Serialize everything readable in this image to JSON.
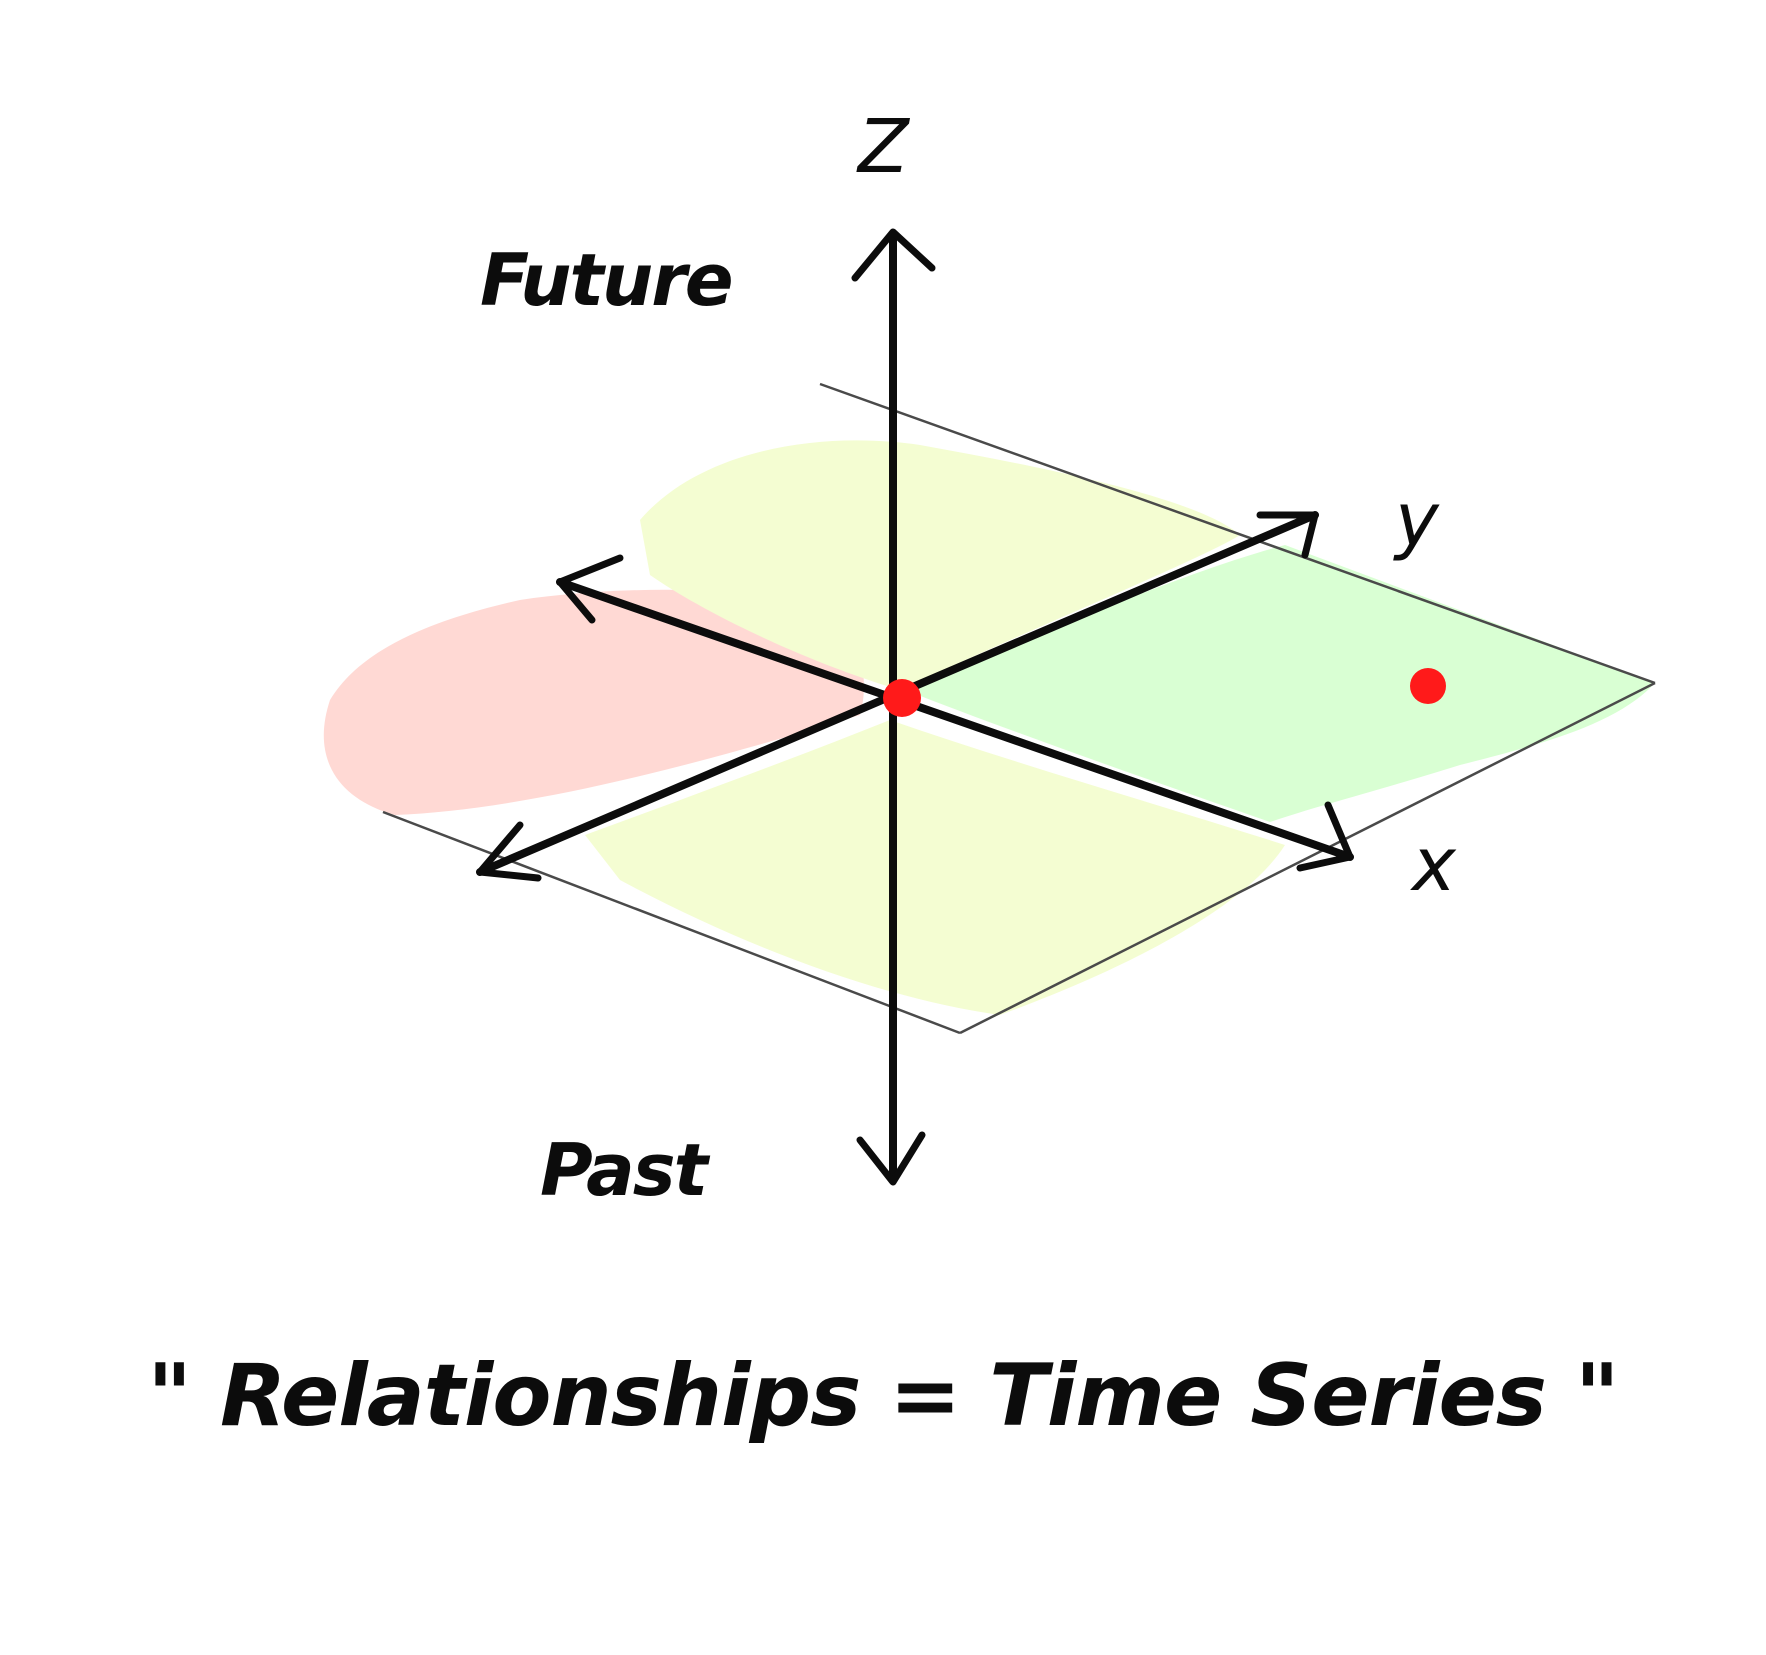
{
  "labels": {
    "z_axis": "Z",
    "y_axis": "y",
    "x_axis": "x",
    "future": "Future",
    "past": "Past",
    "caption": "\" Relationships = Time Series \""
  },
  "colors": {
    "ink": "#0c0c0c",
    "point": "#ff1a1a",
    "region_red": "#ffd9d4",
    "region_yellow": "#f4fdd2",
    "region_green": "#d9ffd3",
    "plane_edge": "#4a4a4a"
  }
}
